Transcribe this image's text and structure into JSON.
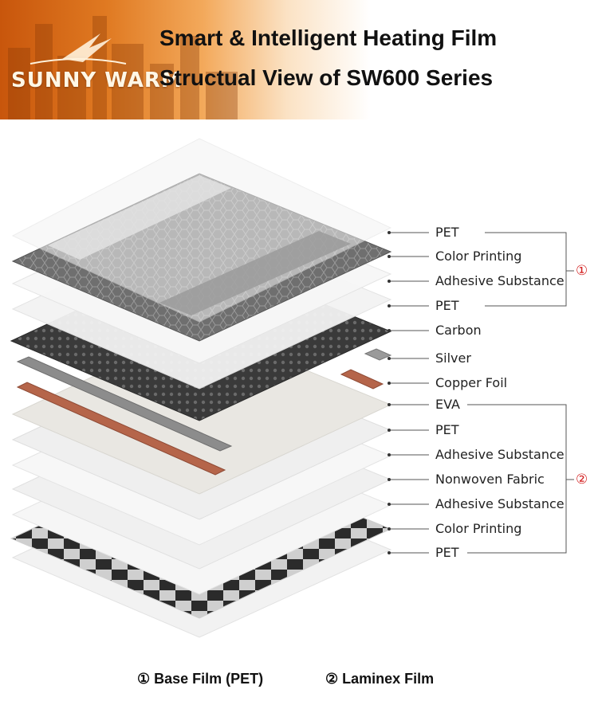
{
  "header": {
    "brand": "SUNNY WARM",
    "title_line1": "Smart & Intelligent Heating Film",
    "title_line2": "Structual View of SW600 Series"
  },
  "layers": [
    {
      "label": "PET",
      "group": 1
    },
    {
      "label": "Color Printing",
      "group": 1
    },
    {
      "label": "Adhesive Substance",
      "group": 1
    },
    {
      "label": "PET",
      "group": 1
    },
    {
      "label": "Carbon",
      "group": 0
    },
    {
      "label": "Silver",
      "group": 0
    },
    {
      "label": "Copper Foil",
      "group": 0
    },
    {
      "label": "EVA",
      "group": 2
    },
    {
      "label": "PET",
      "group": 2
    },
    {
      "label": "Adhesive Substance",
      "group": 2
    },
    {
      "label": "Nonwoven Fabric",
      "group": 2
    },
    {
      "label": "Adhesive Substance",
      "group": 2
    },
    {
      "label": "Color Printing",
      "group": 2
    },
    {
      "label": "PET",
      "group": 2
    }
  ],
  "groups": {
    "group1_marker": "①",
    "group2_marker": "②"
  },
  "legend": {
    "item1": "① Base Film (PET)",
    "item2": "② Laminex Film"
  },
  "colors": {
    "banner_orange": "#e07a22",
    "group_marker_red": "#d32020",
    "copper": "#b5654a",
    "carbon": "#3a3a3a"
  }
}
